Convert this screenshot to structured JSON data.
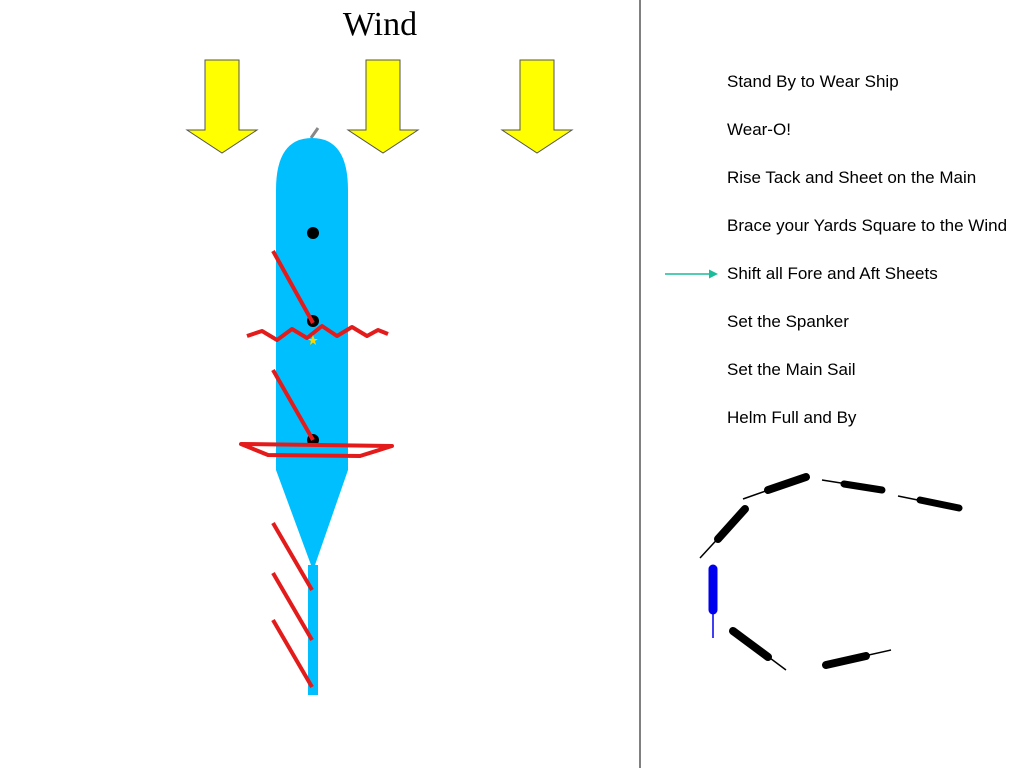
{
  "title": "Wind",
  "steps": [
    "Stand By to Wear Ship",
    "Wear-O!",
    "Rise Tack and Sheet on the Main",
    "Brace your Yards Square to the Wind",
    "Shift all Fore and Aft Sheets",
    "Set the Spanker",
    "Set the Main Sail",
    "Helm Full and By"
  ],
  "current_step_index": 4,
  "colors": {
    "wind_arrow": "#ffff00",
    "hull": "#00bfff",
    "sails": "#e31b1b",
    "highlight_ship": "#0000ee",
    "pointer_arrow": "#1abc9c",
    "divider": "#808080"
  }
}
